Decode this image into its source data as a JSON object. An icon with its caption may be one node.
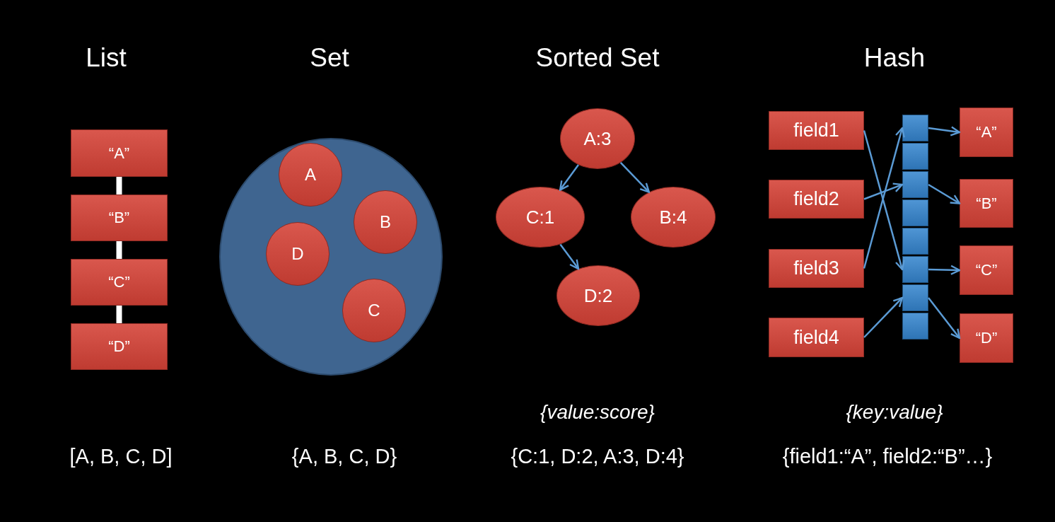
{
  "diagram": {
    "nodes": [
      {
        "text": [
          "“A”"
        ]
      },
      {
        "text": [
          "“B”"
        ]
      },
      {
        "text": [
          "“C”"
        ]
      },
      {
        "text": [
          "“D”"
        ]
      },
      {
        "text": [],
        "shape": "circle"
      },
      {
        "text": [
          "A"
        ],
        "in": 4
      },
      {
        "text": [
          "B"
        ],
        "in": 4
      },
      {
        "text": [
          "D"
        ],
        "in": 4
      },
      {
        "text": [
          "C"
        ],
        "in": 4
      },
      {
        "text": [
          "A:3"
        ]
      },
      {
        "text": [
          "C:1"
        ]
      },
      {
        "text": [
          "B:4"
        ]
      },
      {
        "text": [
          "D:2"
        ]
      },
      {
        "text": [
          "field1"
        ]
      },
      {
        "text": [
          "field2"
        ]
      },
      {
        "text": [
          "field3"
        ]
      },
      {
        "text": [
          "field4"
        ]
      },
      {
        "text": [],
        "shape": "box"
      },
      {
        "text": [],
        "shape": "box"
      },
      {
        "text": [],
        "shape": "box"
      },
      {
        "text": [],
        "shape": "box"
      },
      {
        "text": [],
        "shape": "box"
      },
      {
        "text": [],
        "shape": "box"
      },
      {
        "text": [],
        "shape": "box"
      },
      {
        "text": [],
        "shape": "box"
      },
      {
        "text": [
          "“A”"
        ]
      },
      {
        "text": [
          "“B”"
        ]
      },
      {
        "text": [
          "“C”"
        ]
      },
      {
        "text": [
          "“D”"
        ]
      }
    ],
    "edges": [
      {
        "from": 0,
        "to": 1,
        "arrow": "none",
        "style": "thick",
        "color": "#ffffff"
      },
      {
        "from": 1,
        "to": 2,
        "arrow": "none",
        "style": "thick",
        "color": "#ffffff"
      },
      {
        "from": 2,
        "to": 3,
        "arrow": "none",
        "style": "thick",
        "color": "#ffffff"
      },
      {
        "from": 9,
        "to": 10,
        "arrow": "to"
      },
      {
        "from": 9,
        "to": 11,
        "arrow": "to"
      },
      {
        "from": 10,
        "to": 12,
        "arrow": "to"
      },
      {
        "from": 13,
        "to": 22,
        "arrow": "to"
      },
      {
        "from": 14,
        "to": 19,
        "arrow": "to"
      },
      {
        "from": 15,
        "to": 17,
        "arrow": "to"
      },
      {
        "from": 16,
        "to": 23,
        "arrow": "to"
      },
      {
        "from": 17,
        "to": 25,
        "arrow": "to"
      },
      {
        "from": 19,
        "to": 26,
        "arrow": "to"
      },
      {
        "from": 22,
        "to": 27,
        "arrow": "to"
      },
      {
        "from": 23,
        "to": 28,
        "arrow": "to"
      }
    ],
    "labels": [
      "List",
      "Set",
      "Sorted Set",
      "Hash",
      "{value:score}",
      "{key:value}",
      "[A, B, C, D]",
      "{A, B, C, D}",
      "{C:1, D:2, A:3, D:4}",
      "{field1:“A”, field2:“B”…}"
    ]
  }
}
